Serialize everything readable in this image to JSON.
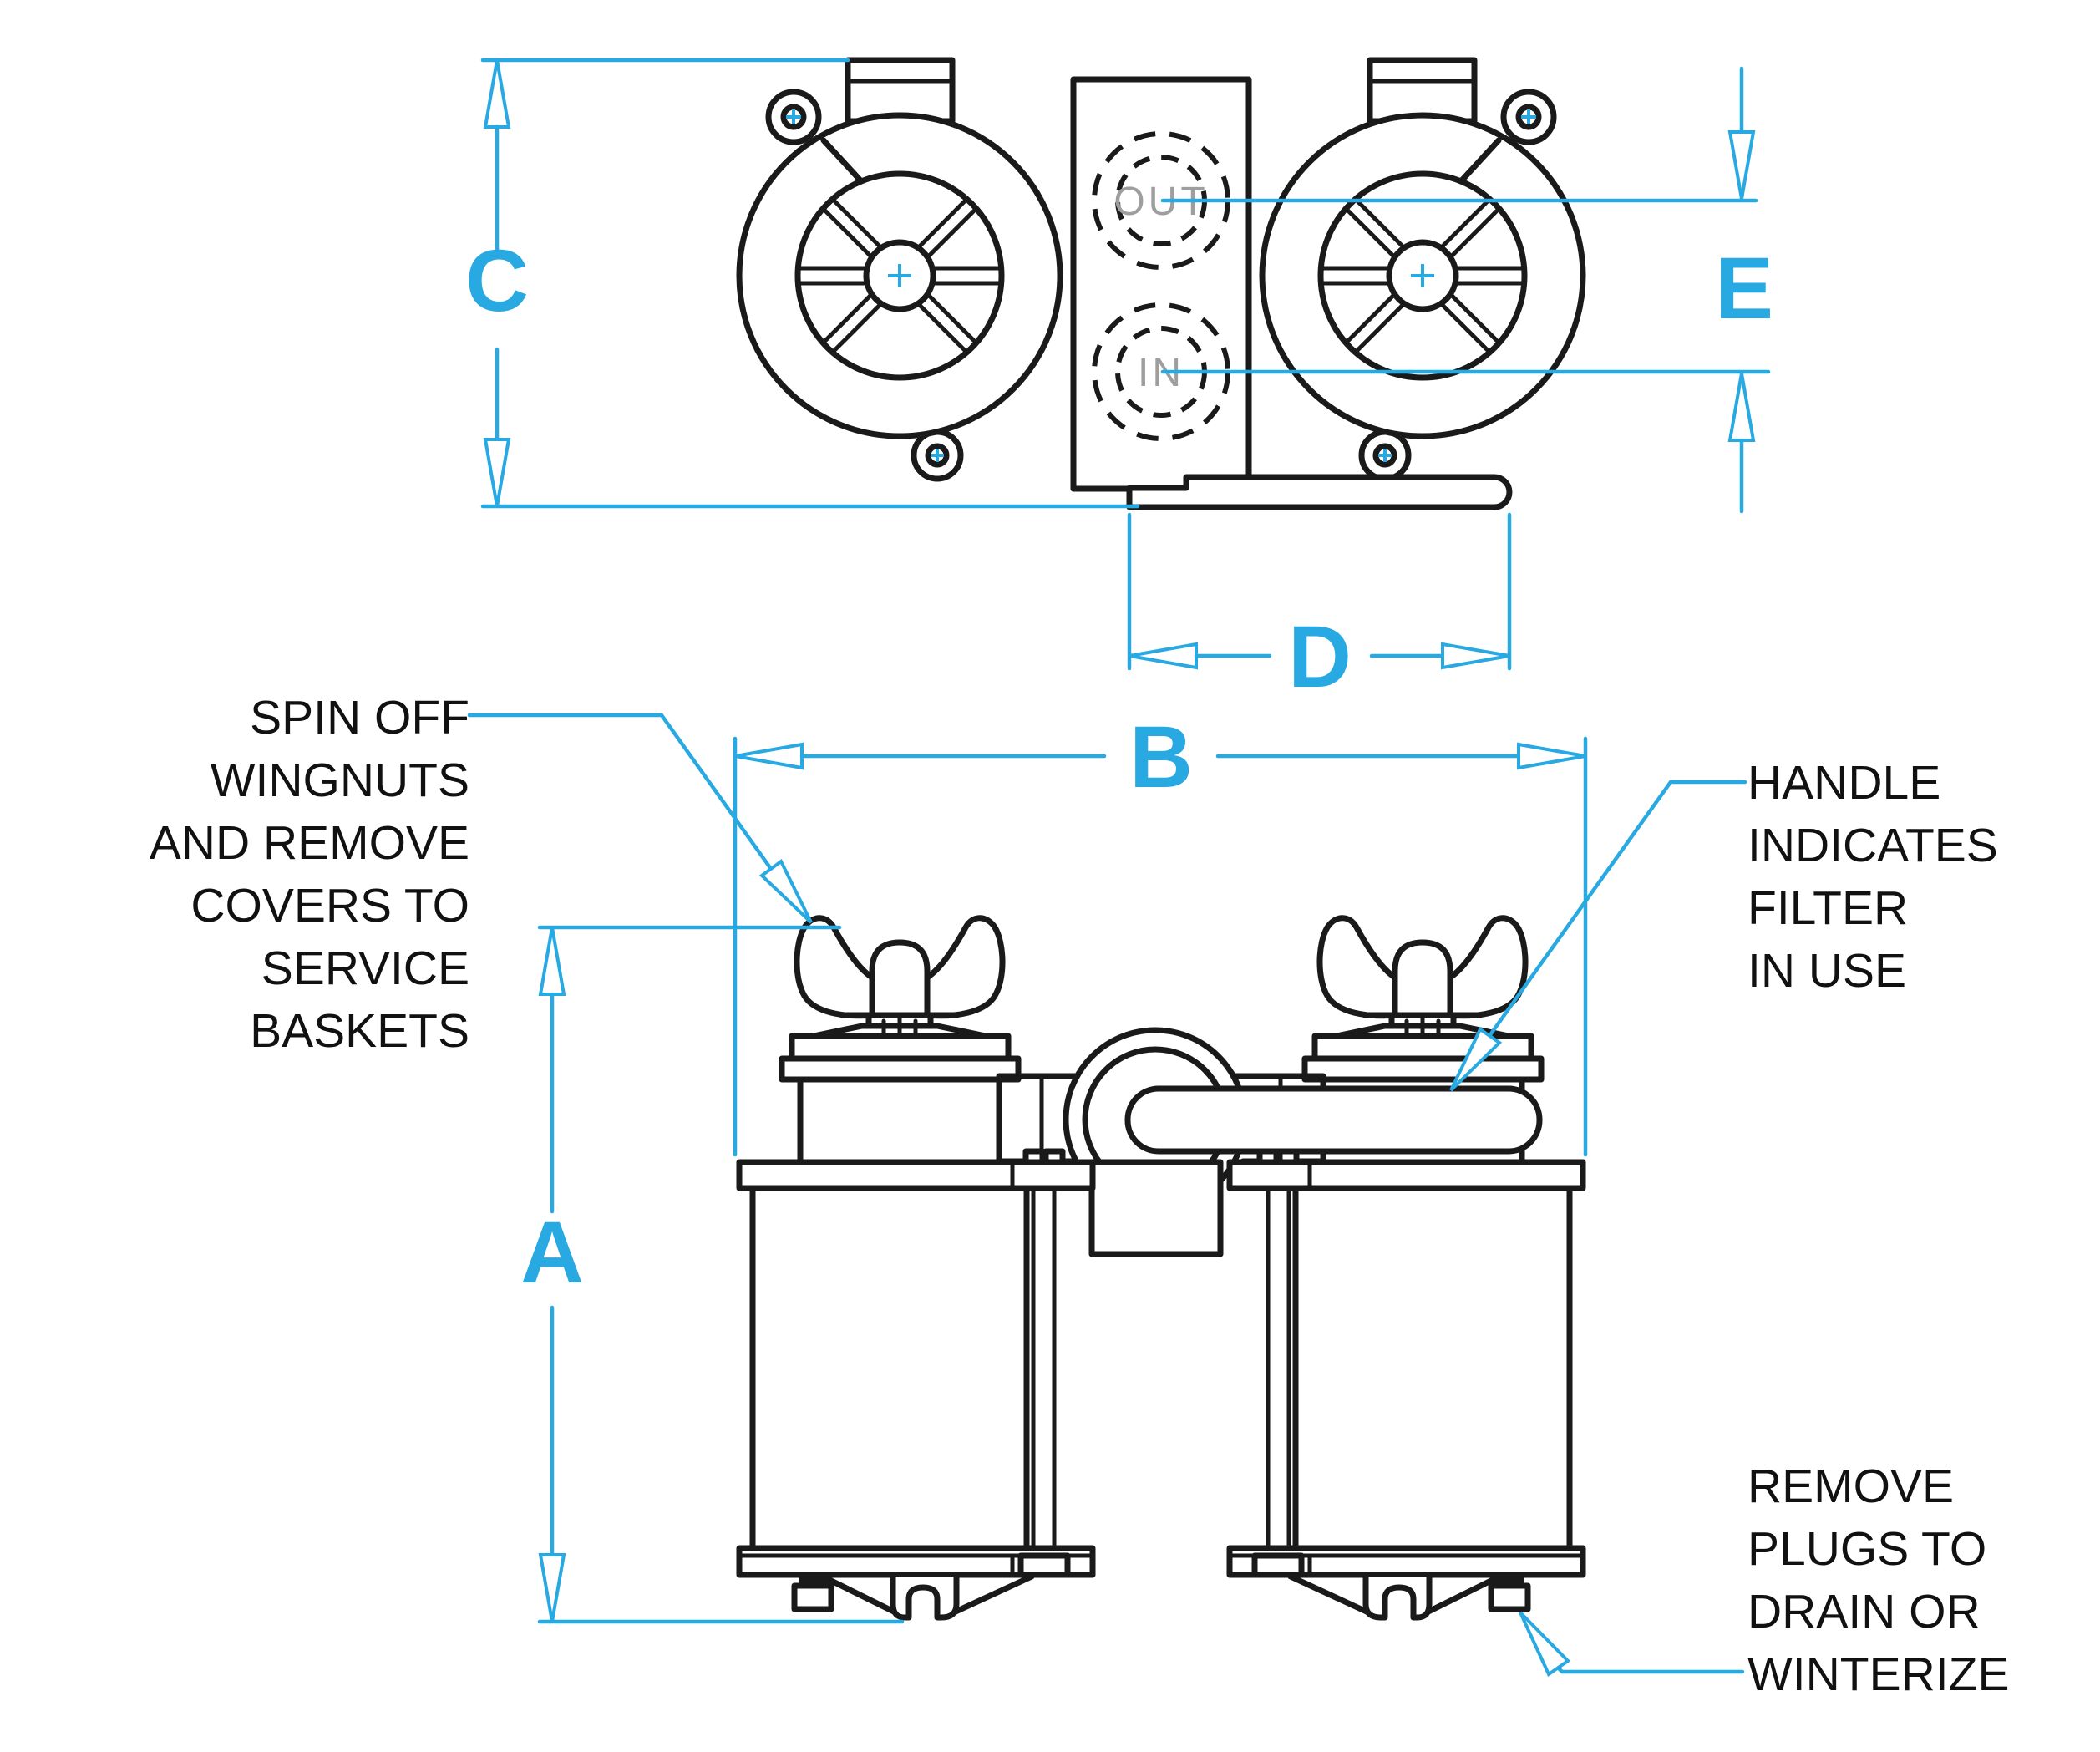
{
  "title": "Duplex strainer dimension diagram",
  "colors": {
    "accent": "#29a9e1",
    "drawing": "#1a1a1a",
    "port_text": "#9e9e9e",
    "background": "#ffffff"
  },
  "dim_labels": {
    "a": "A",
    "b": "B",
    "c": "C",
    "d": "D",
    "e": "E"
  },
  "port_labels": {
    "out": "OUT",
    "in": "IN"
  },
  "annotations": {
    "spin_off": {
      "lines": [
        "SPIN OFF",
        "WINGNUTS",
        "AND REMOVE",
        "COVERS TO",
        "SERVICE",
        "BASKETS"
      ]
    },
    "handle": {
      "lines": [
        "HANDLE",
        "INDICATES",
        "FILTER",
        "IN USE"
      ]
    },
    "remove_plugs": {
      "lines": [
        "REMOVE",
        "PLUGS TO",
        "DRAIN OR",
        "WINTERIZE"
      ]
    }
  }
}
